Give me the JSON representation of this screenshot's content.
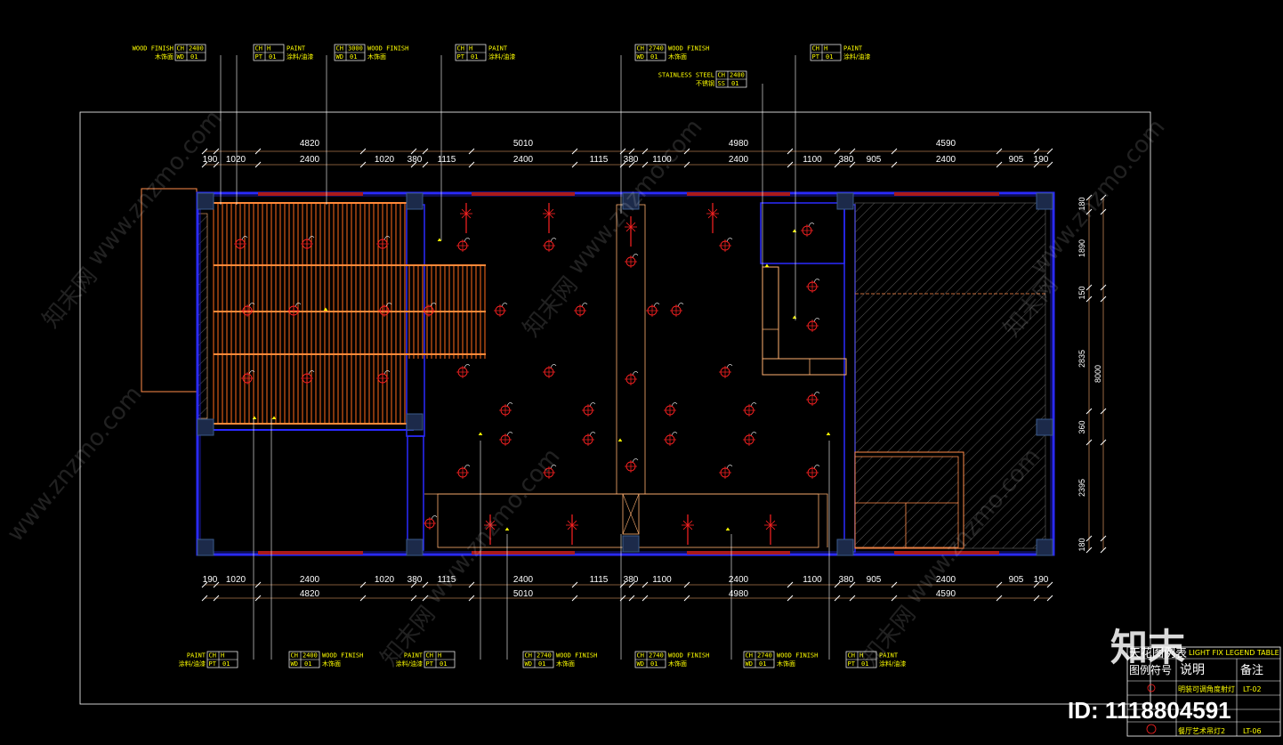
{
  "drawing": {
    "dims_top_total": [
      "4820",
      "5010",
      "4980",
      "4590"
    ],
    "dims_top_detail": [
      "190",
      "1020",
      "2400",
      "1020",
      "380",
      "1115",
      "2400",
      "1115",
      "380",
      "1100",
      "2400",
      "1100",
      "380",
      "905",
      "2400",
      "905",
      "190"
    ],
    "dims_bottom_detail": [
      "190",
      "1020",
      "2400",
      "1020",
      "380",
      "1115",
      "2400",
      "1115",
      "380",
      "1100",
      "2400",
      "1100",
      "380",
      "905",
      "2400",
      "905",
      "190"
    ],
    "dims_bottom_total": [
      "4820",
      "5010",
      "4980",
      "4590"
    ],
    "dims_right": [
      "180",
      "1890",
      "150",
      "2835",
      "360",
      "2395",
      "180"
    ],
    "dims_right_total": "8000",
    "tags_top": [
      {
        "en": "WOOD FINISH",
        "cn": "木饰面",
        "ch": "CH",
        "val": "2400",
        "code": "WD",
        "num": "01"
      },
      {
        "en": "PAINT",
        "cn": "涂料/油漆",
        "ch": "CH",
        "val": "H",
        "code": "PT",
        "num": "01"
      },
      {
        "en": "WOOD FINISH",
        "cn": "木饰面",
        "ch": "CH",
        "val": "3000",
        "code": "WD",
        "num": "01"
      },
      {
        "en": "PAINT",
        "cn": "涂料/油漆",
        "ch": "CH",
        "val": "H",
        "code": "PT",
        "num": "01"
      },
      {
        "en": "WOOD FINISH",
        "cn": "木饰面",
        "ch": "CH",
        "val": "2740",
        "code": "WD",
        "num": "01"
      },
      {
        "en": "STAINLESS STEEL",
        "cn": "不锈钢",
        "ch": "CH",
        "val": "2400",
        "code": "SS",
        "num": "01"
      },
      {
        "en": "PAINT",
        "cn": "涂料/油漆",
        "ch": "CH",
        "val": "H",
        "code": "PT",
        "num": "01"
      }
    ],
    "tags_bottom": [
      {
        "en": "PAINT",
        "cn": "涂料/油漆",
        "ch": "CH",
        "val": "H",
        "code": "PT",
        "num": "01"
      },
      {
        "en": "WOOD FINISH",
        "cn": "木饰面",
        "ch": "CH",
        "val": "2400",
        "code": "WD",
        "num": "01"
      },
      {
        "en": "PAINT",
        "cn": "涂料/油漆",
        "ch": "CH",
        "val": "H",
        "code": "PT",
        "num": "01"
      },
      {
        "en": "WOOD FINISH",
        "cn": "木饰面",
        "ch": "CH",
        "val": "2740",
        "code": "WD",
        "num": "01"
      },
      {
        "en": "WOOD FINISH",
        "cn": "木饰面",
        "ch": "CH",
        "val": "2740",
        "code": "WD",
        "num": "01"
      },
      {
        "en": "WOOD FINISH",
        "cn": "木饰面",
        "ch": "CH",
        "val": "2740",
        "code": "WD",
        "num": "01"
      },
      {
        "en": "PAINT",
        "cn": "涂料/油漆",
        "ch": "CH",
        "val": "H",
        "code": "PT",
        "num": "01"
      }
    ]
  },
  "legend": {
    "title_cn": "天花图例表",
    "title_en": "LIGHT FIX LEGEND TABLE",
    "headers": [
      "图例符号",
      "说明",
      "备注"
    ],
    "rows": [
      {
        "desc": "明装可调角度射灯",
        "note": "LT-02"
      },
      {
        "desc": "",
        "note": ""
      },
      {
        "desc": "餐厅艺术吊灯2",
        "note": "LT-06"
      }
    ]
  },
  "watermark": {
    "cn": "知末网",
    "en": "www.znzmo.com",
    "logo": "知末",
    "id": "ID: 1118804591"
  },
  "colors": {
    "background": "#000000",
    "frame": "#ffffff",
    "dimension": "#ffffff",
    "wall": "#2a2aff",
    "column": "#1c2a4a",
    "wood_slat": "#ff6a1a",
    "light_symbol": "#ff2222",
    "tag_text": "#ffff00",
    "hatch": "#555555"
  }
}
